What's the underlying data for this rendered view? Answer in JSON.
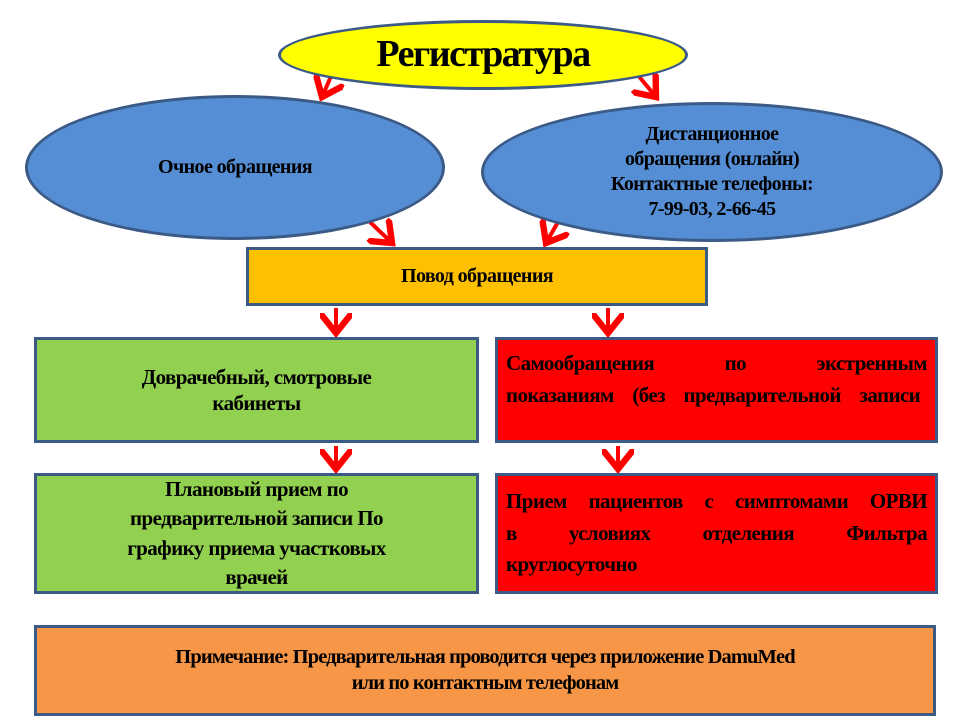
{
  "title": "Регистратура",
  "in_person": "Очное обращения",
  "remote": {
    "line1": "Дистанционное",
    "line2": "обращения (онлайн)",
    "line3": "Контактные телефоны:",
    "phones": "7-99-03, 2-66-45"
  },
  "reason": "Повод обращения",
  "left_branch": {
    "box1": "Доврачебный, смотровые кабинеты",
    "box2": "Плановый прием по предварительной записи По графику приема участковых врачей"
  },
  "right_branch": {
    "box1": "Самообращения по экстренным показаниям (без предварительной записи",
    "box2": "Прием пациентов с симптомами ОРВИ в условиях отделения Фильтра круглосуточно"
  },
  "note": {
    "line1": "Примечание: Предварительная проводится через приложение DamuMed",
    "line2": "или по контактным телефонам"
  },
  "colors": {
    "yellow": "#ffff00",
    "blue": "#558ed5",
    "orange_box": "#ffc000",
    "green": "#92d050",
    "red": "#ff0000",
    "note": "#f79646",
    "arrow": "#ff0000"
  }
}
